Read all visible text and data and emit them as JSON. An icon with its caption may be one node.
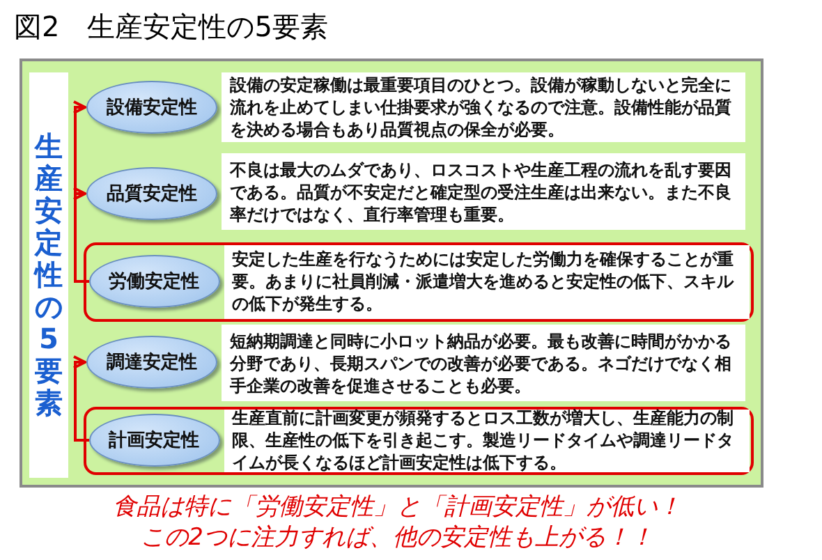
{
  "diagram": {
    "title": "図2　生産安定性の5要素",
    "nodes": [
      {
        "text": [
          "生産安定性の5要素"
        ]
      },
      {
        "text": [
          "設備安定性"
        ]
      },
      {
        "text": [
          "設備の安定稼働は最重要項目のひとつ。設備が稼動しないと完全に流れを止めてしまい仕掛要求が強くなるので注意。設備性能が品質を決める場合もあり品質視点の保全が必要。"
        ]
      },
      {
        "text": [
          "品質安定性"
        ]
      },
      {
        "text": [
          "不良は最大のムダであり、ロスコストや生産工程の流れを乱す要因である。品質が不安定だと確定型の受注生産は出来ない。また不良率だけではなく、直行率管理も重要。"
        ]
      },
      {
        "text": [],
        "shape": "box"
      },
      {
        "text": [
          "労働安定性"
        ],
        "in": 5
      },
      {
        "text": [
          "安定した生産を行なうためには安定した労働力を確保することが重要。あまりに社員削減・派遣増大を進めると安定性の低下、スキルの低下が発生する。"
        ],
        "in": 5
      },
      {
        "text": [
          "調達安定性"
        ]
      },
      {
        "text": [
          "短納期調達と同時に小ロット納品が必要。最も改善に時間がかかる分野であり、長期スパンでの改善が必要である。ネゴだけでなく相手企業の改善を促進させることも必要。"
        ]
      },
      {
        "text": [],
        "shape": "box"
      },
      {
        "text": [
          "計画安定性"
        ],
        "in": 10
      },
      {
        "text": [
          "生産直前に計画変更が頻発するとロス工数が増大し、生産能力の制限、生産性の低下を引き起こす。製造リードタイムや調達リードタイムが長くなるほど計画安定性は低下する。"
        ],
        "in": 10
      }
    ],
    "edges": [
      {
        "from": 6,
        "to": 1,
        "arrow": "to"
      },
      {
        "from": 6,
        "to": 3,
        "arrow": "to"
      },
      {
        "from": 11,
        "to": 8,
        "arrow": "to"
      }
    ],
    "labels": [
      "食品は特に「労働安定性」と「計画安定性」が低い！",
      "この2つに注力すれば、他の安定性も上がる！！"
    ]
  }
}
